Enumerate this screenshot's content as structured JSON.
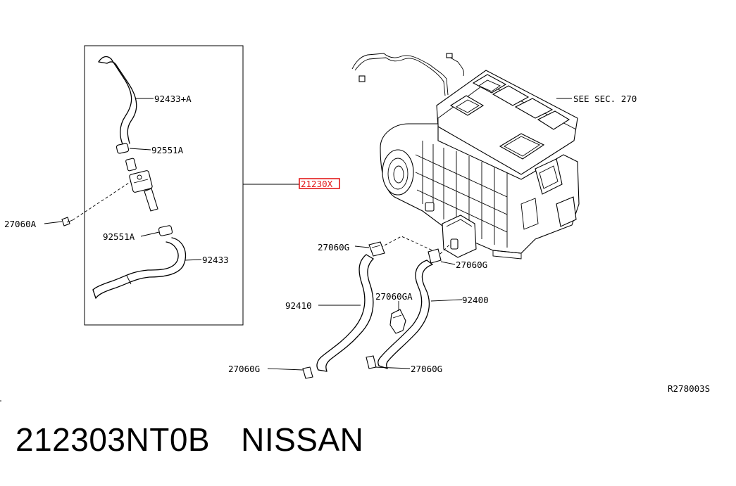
{
  "labels": {
    "hose_upper": "92433+A",
    "clamp_upper": "92551A",
    "bolt_left": "27060A",
    "clamp_lower": "92551A",
    "hose_lower": "92433",
    "see_sec": "SEE SEC. 270",
    "main_part": "21230X",
    "clip_a": "27060G",
    "clip_b": "27060G",
    "hose_92410": "92410",
    "clip_ga": "27060GA",
    "hose_92400": "92400",
    "clip_c": "27060G",
    "clip_d": "27060G",
    "ref_code": "R278003S"
  },
  "caption": {
    "part_number": "212303NT0B",
    "brand": "NISSAN"
  },
  "colors": {
    "highlight": "#e31b1b",
    "ink": "#000000"
  }
}
